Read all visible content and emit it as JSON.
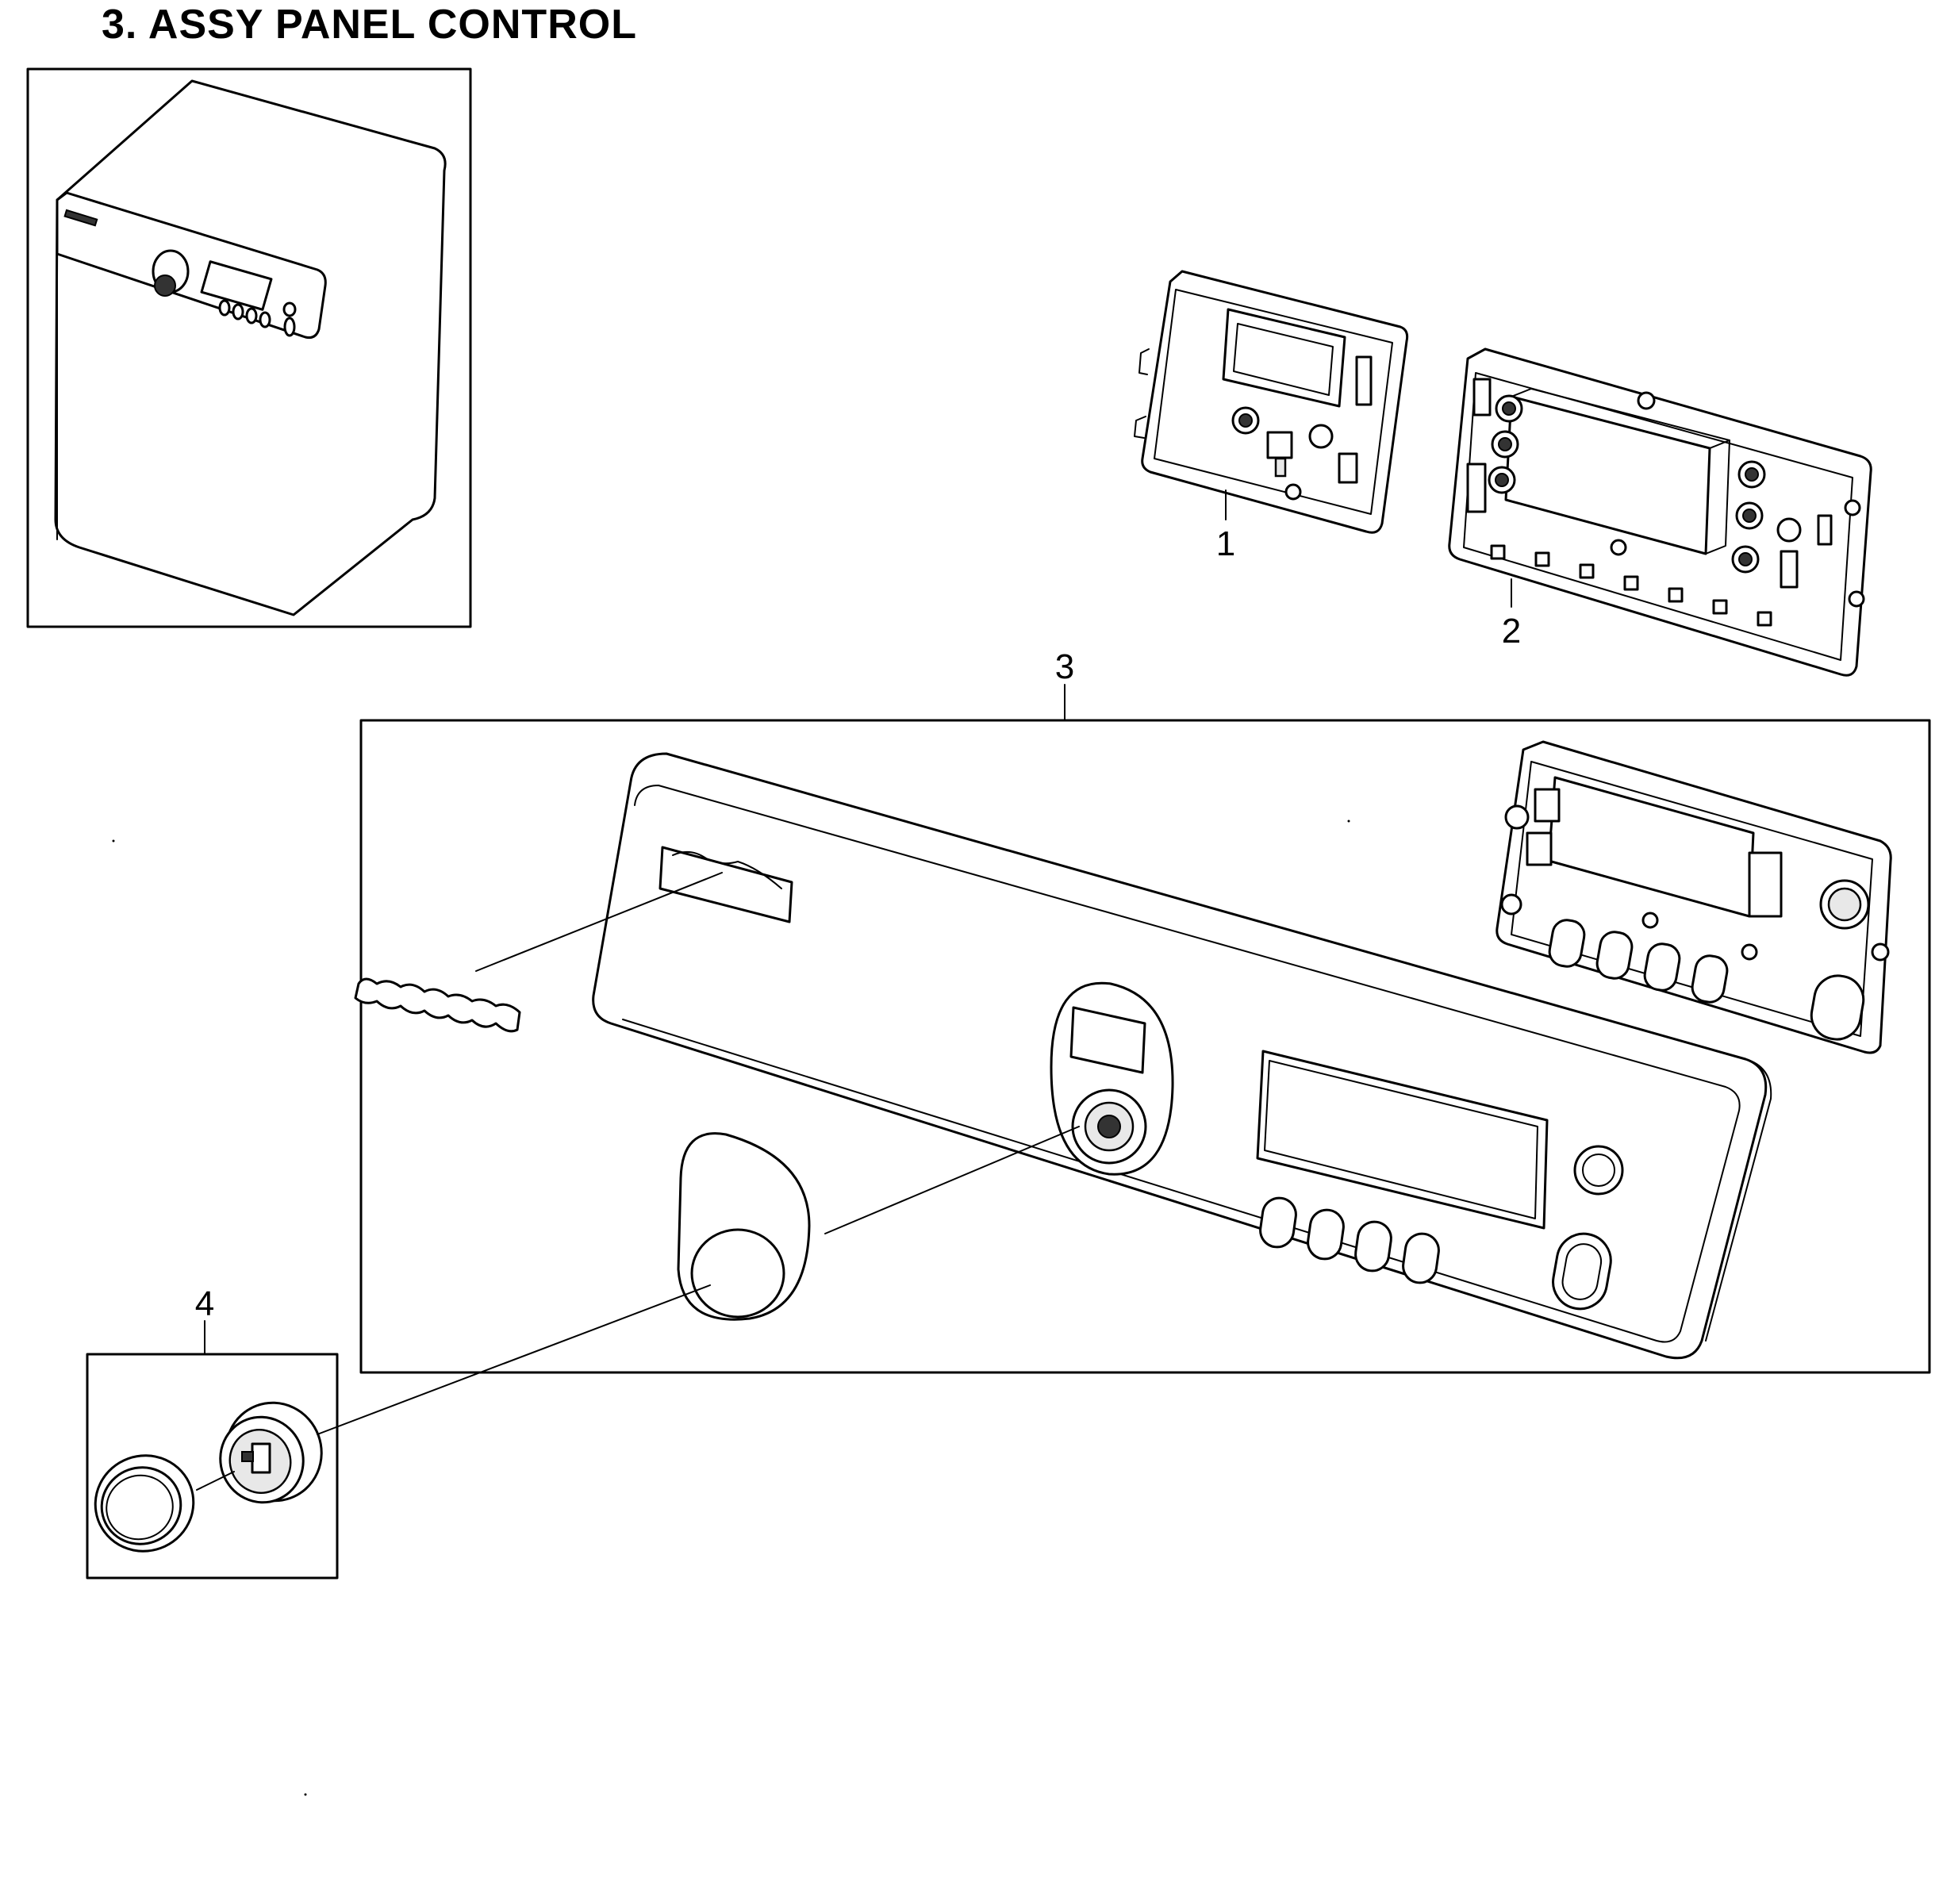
{
  "title": "3. ASSY PANEL CONTROL",
  "callouts": {
    "part_1": "1",
    "part_2": "2",
    "part_3": "3",
    "part_4": "4"
  }
}
